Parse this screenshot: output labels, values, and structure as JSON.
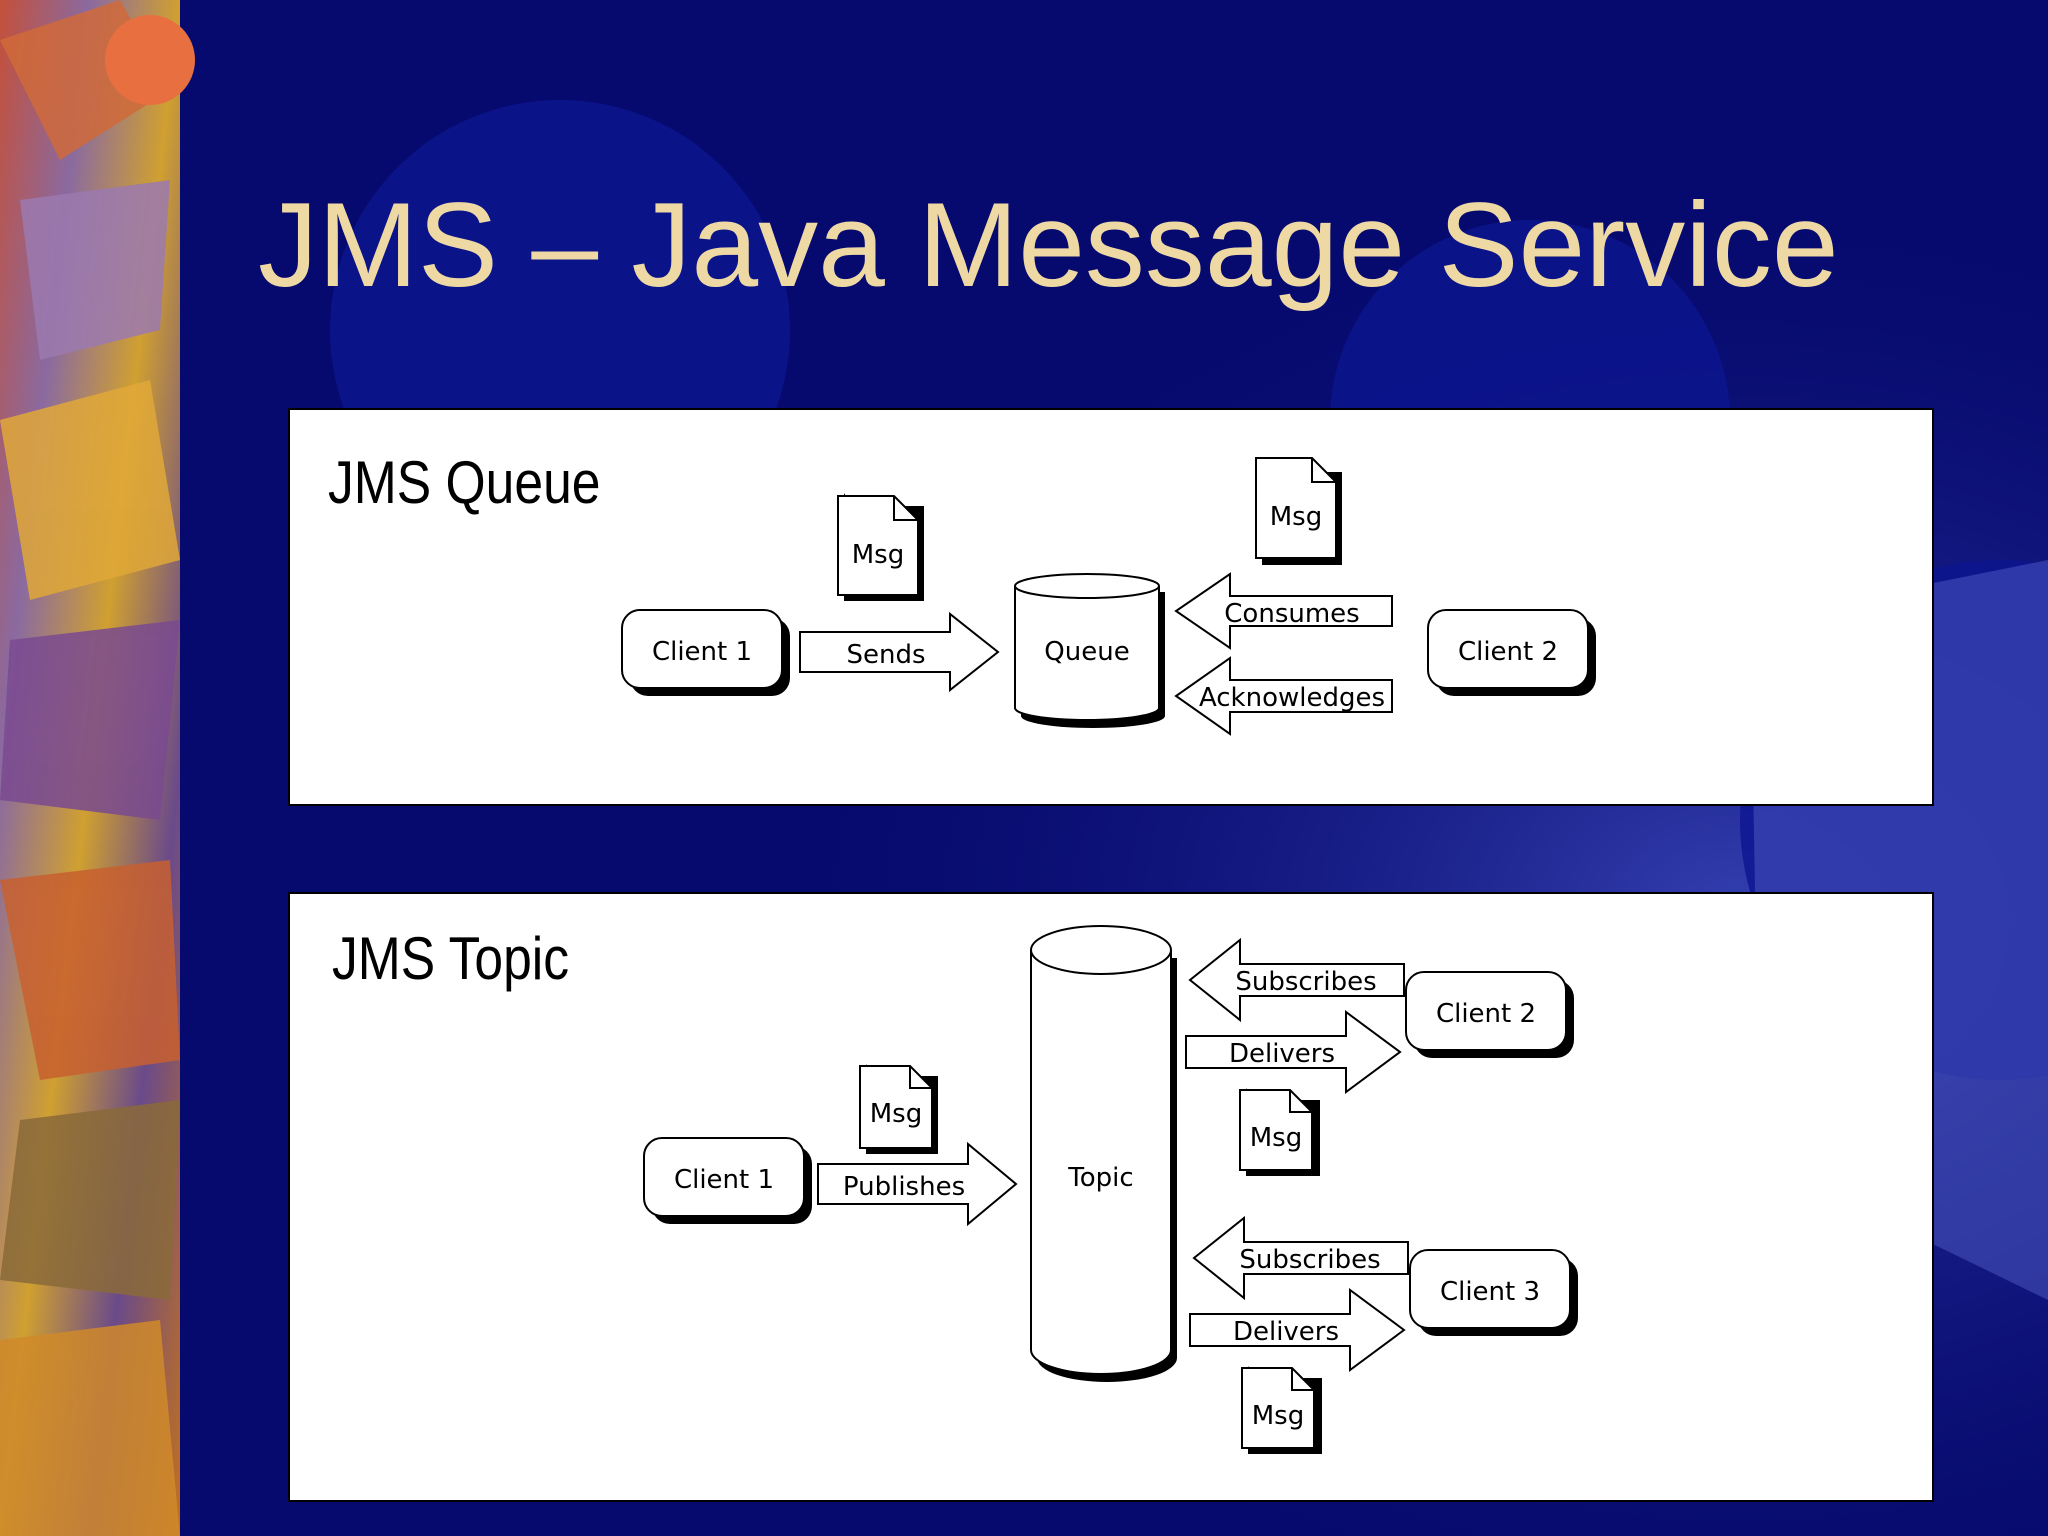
{
  "slide": {
    "title": "JMS – Java Message Service",
    "title_color": "#eed9a4",
    "background_color": "#060a6e"
  },
  "queue_panel": {
    "title": "JMS Queue",
    "client_left": "Client 1",
    "client_right": "Client 2",
    "store": "Queue",
    "arrow_sends": "Sends",
    "arrow_consumes": "Consumes",
    "arrow_acknowledges": "Acknowledges",
    "msg_label": "Msg"
  },
  "topic_panel": {
    "title": "JMS Topic",
    "client_publisher": "Client 1",
    "client_subscriber_a": "Client 2",
    "client_subscriber_b": "Client 3",
    "store": "Topic",
    "arrow_publishes": "Publishes",
    "arrow_subscribes": "Subscribes",
    "arrow_delivers": "Delivers",
    "msg_label": "Msg"
  }
}
